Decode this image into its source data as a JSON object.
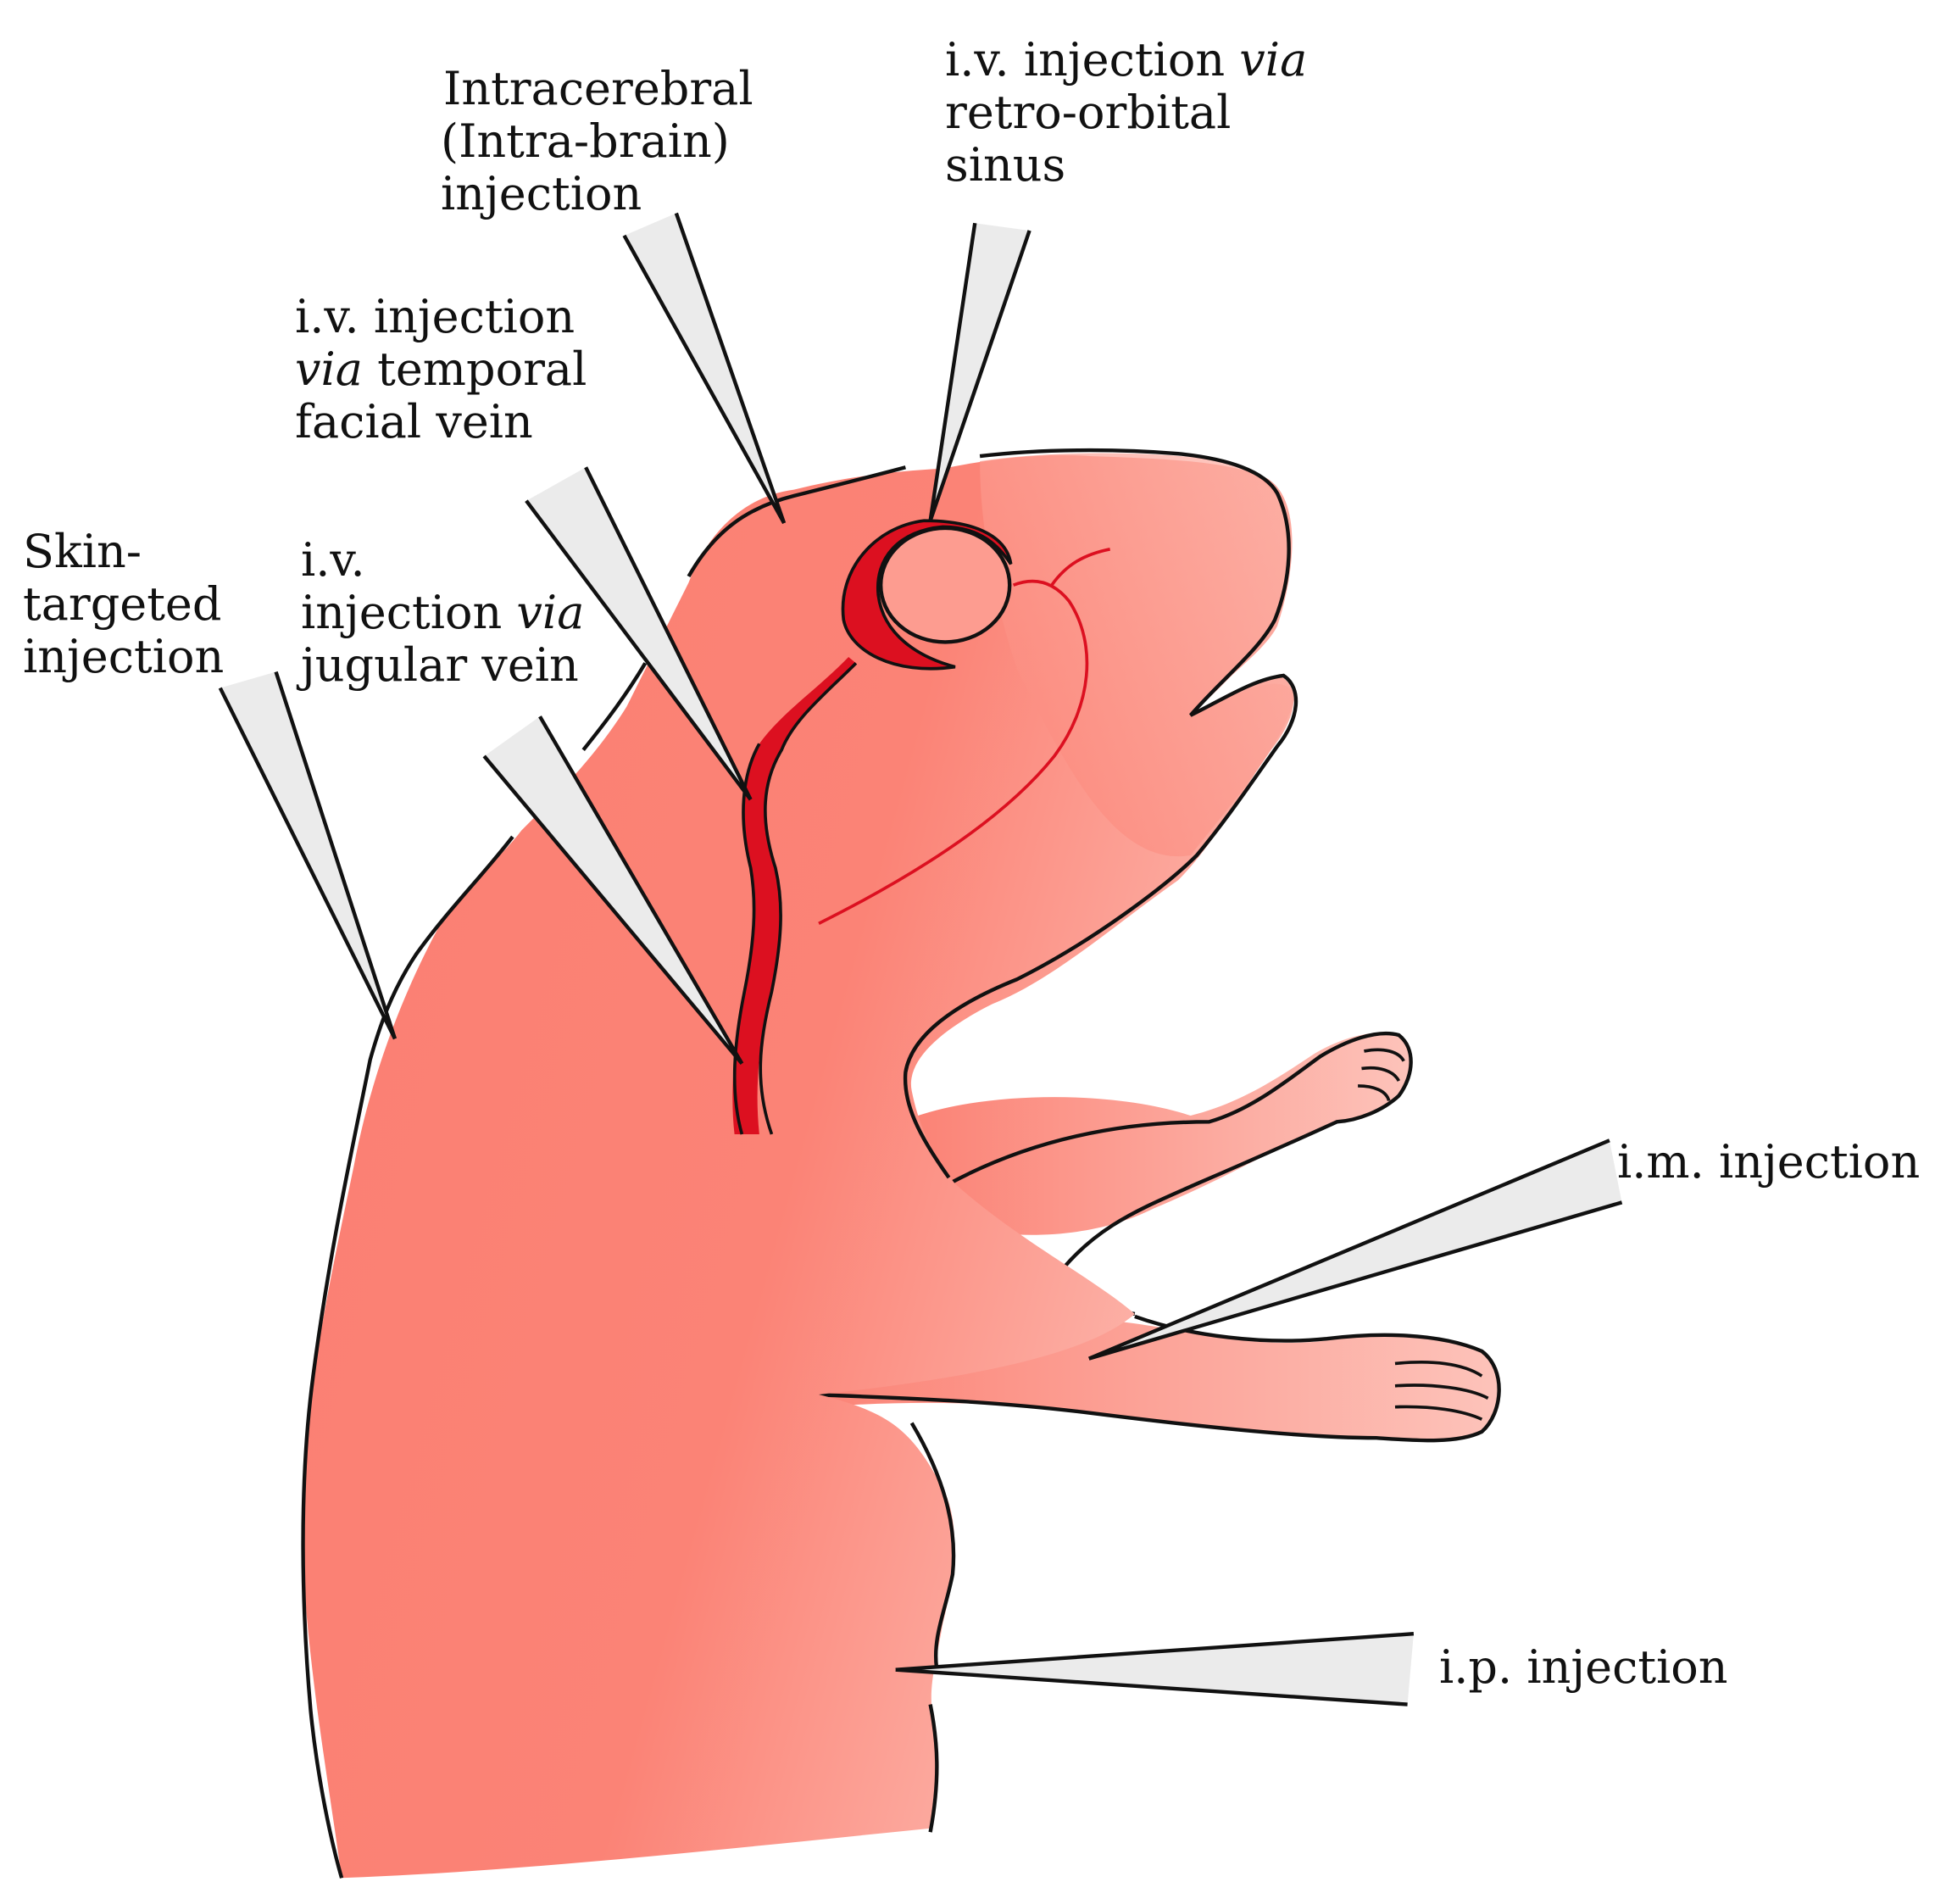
{
  "colors": {
    "skin": "#fb7f72",
    "skin_light": "#fdb3a8",
    "vessel": "#dc1020",
    "needle": "#ebebeb",
    "outline": "#111111"
  },
  "labels": {
    "intracerebral": {
      "lines": [
        "Intracerebral",
        "(Intra-brain)",
        "injection"
      ]
    },
    "retro_orbital": {
      "line1_a": "i.v. injection ",
      "line1_b": "via",
      "line2": "retro-orbital",
      "line3": "sinus"
    },
    "temporal_facial": {
      "line1": "i.v. injection",
      "line2_a": "via",
      "line2_b": " temporal",
      "line3": "facial vein"
    },
    "skin_targeted": {
      "lines": [
        "Skin-",
        "targeted",
        "injection"
      ]
    },
    "jugular": {
      "line1": "i.v.",
      "line2_a": "injection ",
      "line2_b": "via",
      "line3": "jugular vein"
    },
    "intramuscular": {
      "text": "i.m. injection"
    },
    "intraperitoneal": {
      "text": "i.p. injection"
    }
  }
}
